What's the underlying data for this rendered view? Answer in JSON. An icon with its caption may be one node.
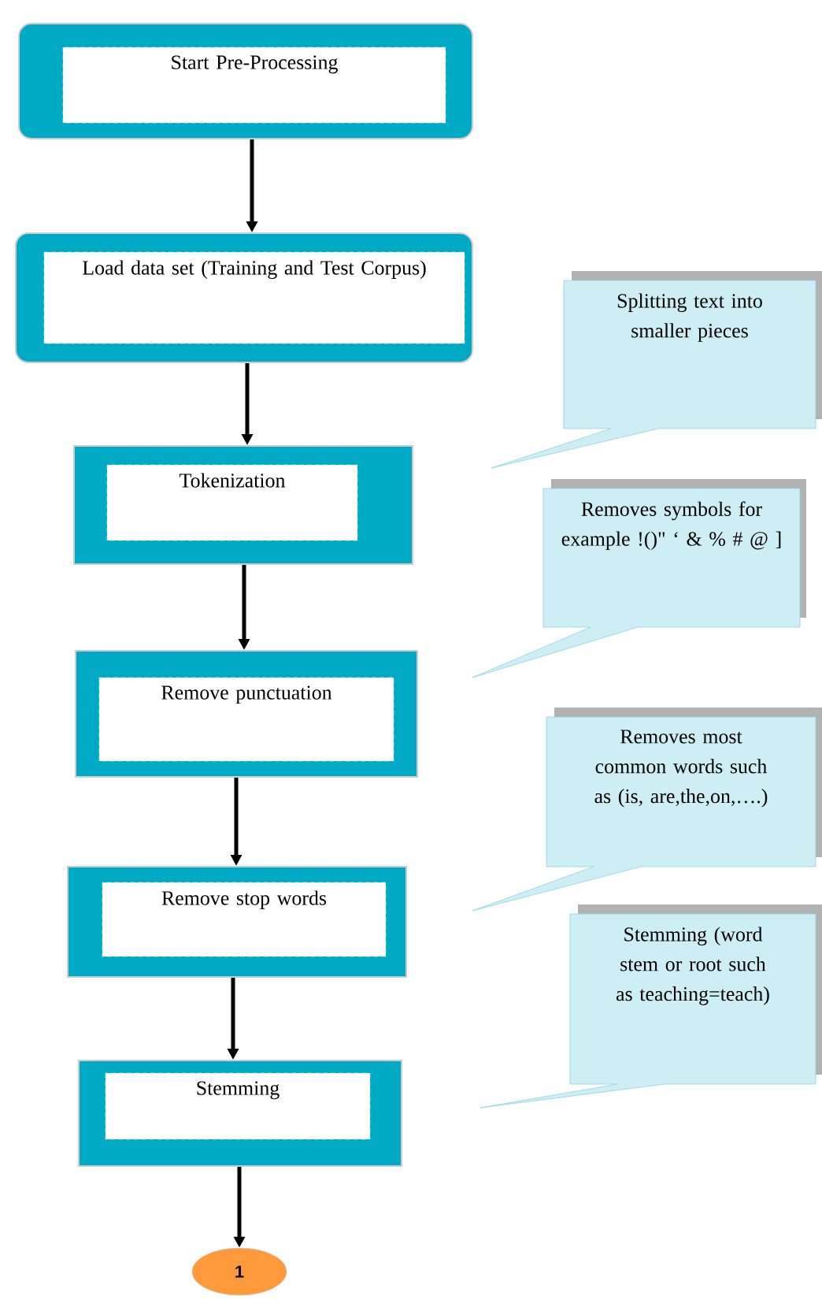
{
  "diagram": {
    "nodes": [
      {
        "text": [
          "Start Pre-Processing"
        ]
      },
      {
        "text": [
          "Load data set (Training and Test Corpus)"
        ]
      },
      {
        "text": [
          "Tokenization"
        ]
      },
      {
        "text": [
          "Remove punctuation"
        ]
      },
      {
        "text": [
          "Remove stop words"
        ]
      },
      {
        "text": [
          "Stemming"
        ]
      },
      {
        "text": [
          "1"
        ]
      },
      {
        "text": [
          "Splitting text into smaller pieces"
        ]
      },
      {
        "text": [
          "Removes symbols for example !()\" ‘ & % # @ ]"
        ]
      },
      {
        "text": [
          "Removes most common words such as (is, are,the,on,….)"
        ]
      },
      {
        "text": [
          "Stemming (word stem or root such as teaching=teach)"
        ]
      }
    ],
    "edges": [
      {
        "from": 0,
        "to": 1,
        "arrow": "to"
      },
      {
        "from": 1,
        "to": 2,
        "arrow": "to"
      },
      {
        "from": 2,
        "to": 3,
        "arrow": "to"
      },
      {
        "from": 3,
        "to": 4,
        "arrow": "to"
      },
      {
        "from": 4,
        "to": 5,
        "arrow": "to"
      },
      {
        "from": 5,
        "to": 6,
        "arrow": "to"
      }
    ]
  }
}
